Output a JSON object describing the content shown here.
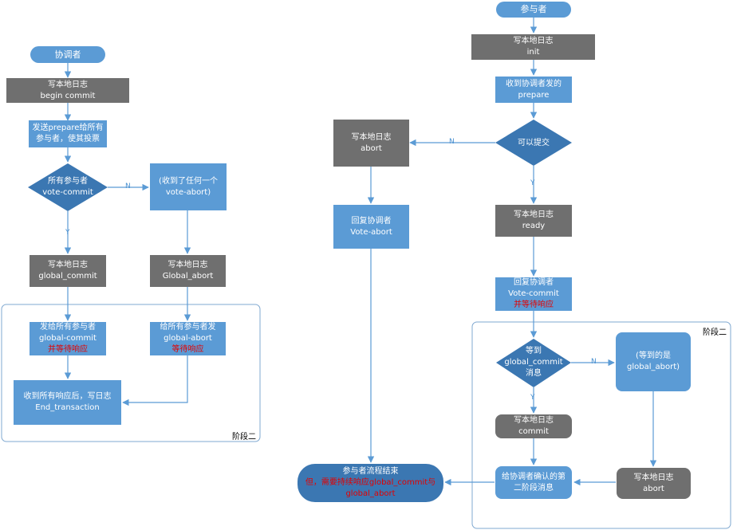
{
  "left": {
    "coordinator": "协调者",
    "log_begin": {
      "title": "写本地日志",
      "sub": "begin commit"
    },
    "send_prepare": {
      "line1": "发送prepare给所有",
      "line2": "参与者，使其投票"
    },
    "decision": {
      "line1": "所有参与者",
      "line2": "vote-commit"
    },
    "no_label": "N",
    "yes_label": "Y",
    "received_abort": {
      "line1": "(收到了任何一个",
      "line2": "vote-abort)"
    },
    "log_global_commit": {
      "title": "写本地日志",
      "sub": "global_commit"
    },
    "log_global_abort": {
      "title": "写本地日志",
      "sub": "Global_abort"
    },
    "send_commit": {
      "line1": "发给所有参与者",
      "line2": "global-commit",
      "line3": "并等待响应"
    },
    "send_abort": {
      "line1": "给所有参与者发",
      "line2": "global-abort",
      "line3": "等待响应"
    },
    "end_transaction": {
      "line1": "收到所有响应后，写日志",
      "line2": "End_transaction"
    },
    "phase2": "阶段二"
  },
  "right": {
    "participant": "参与者",
    "log_init": {
      "title": "写本地日志",
      "sub": "init"
    },
    "recv_prepare": {
      "line1": "收到协调者发的",
      "line2": "prepare"
    },
    "can_commit": "可以提交",
    "no_label": "N",
    "yes_label": "Y",
    "log_abort": {
      "title": "写本地日志",
      "sub": "abort"
    },
    "reply_abort": {
      "line1": "回复协调者",
      "line2": "Vote-abort"
    },
    "log_ready": {
      "title": "写本地日志",
      "sub": "ready"
    },
    "reply_commit": {
      "line1": "回复协调者",
      "line2": "Vote-commit",
      "line3": "并等待响应"
    },
    "phase2": "阶段二",
    "wait_decision": {
      "line1": "等到",
      "line2": "global_commit",
      "line3": "消息"
    },
    "wait_no_label": "N",
    "wait_yes_label": "Y",
    "got_abort": {
      "line1": "(等到的是",
      "line2": "global_abort)"
    },
    "log_commit": {
      "title": "写本地日志",
      "sub": "commit"
    },
    "confirm_phase2": {
      "line1": "给协调者确认的第",
      "line2": "二阶段消息"
    },
    "log_abort2": {
      "title": "写本地日志",
      "sub": "abort"
    },
    "end": {
      "line1": "参与者流程结束",
      "line2": "但，需要持续响应global_commit与",
      "line3": "global_abort"
    }
  },
  "colors": {
    "gray": "#6f6f6f",
    "blue": "#5b9bd5",
    "dark_blue": "#3b77b2",
    "arrow": "#5b9bd5",
    "red": "#e30000"
  }
}
